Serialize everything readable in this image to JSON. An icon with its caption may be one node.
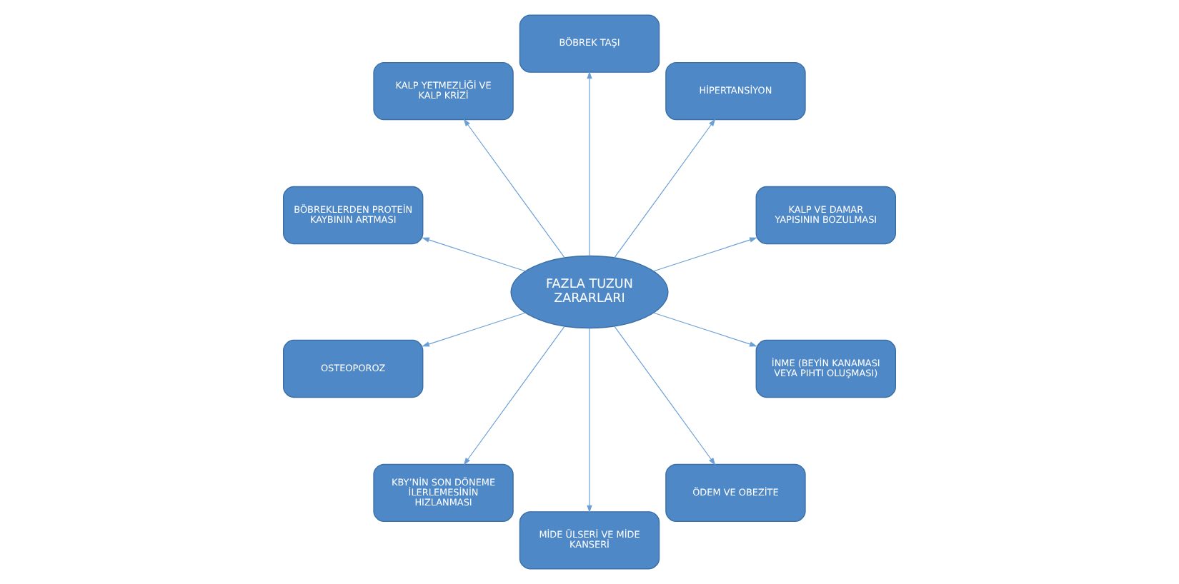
{
  "diagram": {
    "nodes": [
      {
        "text": [
          "FAZLA TUZUN ZARARLARI"
        ]
      },
      {
        "text": [
          "KALP VE DAMAR YAPISININ BOZULMASI"
        ]
      },
      {
        "text": [
          "HİPERTANSİYON"
        ]
      },
      {
        "text": [
          "BÖBREK TAŞI"
        ]
      },
      {
        "text": [
          "KALP YETMEZLİĞİ VE KALP KRİZİ"
        ]
      },
      {
        "text": [
          "BÖBREKLERDEN PROTEİN KAYBININ ARTMASI"
        ]
      },
      {
        "text": [
          "OSTEOPOROZ"
        ]
      },
      {
        "text": [
          "KBY’NİN SON DÖNEME İLERLEMESİNİN HIZLANMASI"
        ]
      },
      {
        "text": [
          "MİDE ÜLSERİ VE MİDE KANSERİ"
        ]
      },
      {
        "text": [
          "ÖDEM VE OBEZİTE"
        ]
      },
      {
        "text": [
          "İNME (BEYİN KANAMASI VEYA PIHTI OLUŞMASI)"
        ]
      }
    ],
    "edges": [
      {
        "from": 0,
        "to": 1,
        "arrow": "to"
      },
      {
        "from": 0,
        "to": 2,
        "arrow": "to"
      },
      {
        "from": 0,
        "to": 3,
        "arrow": "to"
      },
      {
        "from": 0,
        "to": 4,
        "arrow": "to"
      },
      {
        "from": 0,
        "to": 5,
        "arrow": "to"
      },
      {
        "from": 0,
        "to": 6,
        "arrow": "to"
      },
      {
        "from": 0,
        "to": 7,
        "arrow": "to"
      },
      {
        "from": 0,
        "to": 8,
        "arrow": "to"
      },
      {
        "from": 0,
        "to": 9,
        "arrow": "to"
      },
      {
        "from": 0,
        "to": 10,
        "arrow": "to"
      }
    ]
  }
}
